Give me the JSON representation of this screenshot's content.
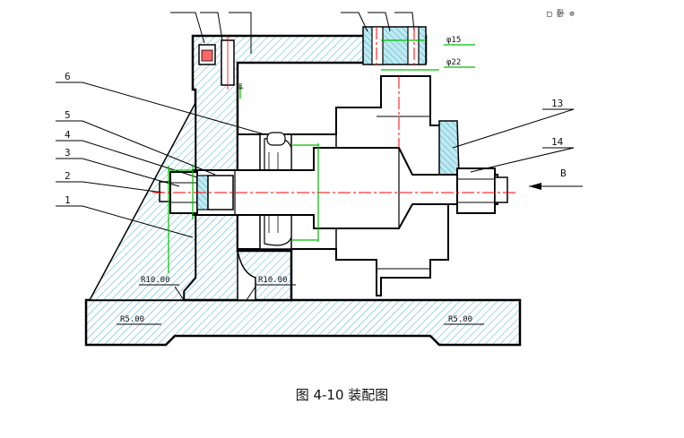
{
  "caption": "图 4-10 装配图",
  "part_labels": [
    "1",
    "2",
    "3",
    "4",
    "5",
    "6",
    "13",
    "14"
  ],
  "radius_labels": {
    "upper_left": "R10.00",
    "upper_right": "R10.00",
    "lower_left": "R5.00",
    "lower_right": "R5.00"
  },
  "fit_labels": {
    "bushing_bore": "φ8",
    "top_right_1": "φ15",
    "top_right_2": "φ22"
  },
  "arrow_label": "B",
  "corner_mark": "□ 卧 ⊘",
  "colors": {
    "outline": "#000000",
    "hatch": "#45b3c8",
    "dimension": "#00c000",
    "centerline": "#ff0000",
    "part_fill": "#40c4d8"
  }
}
